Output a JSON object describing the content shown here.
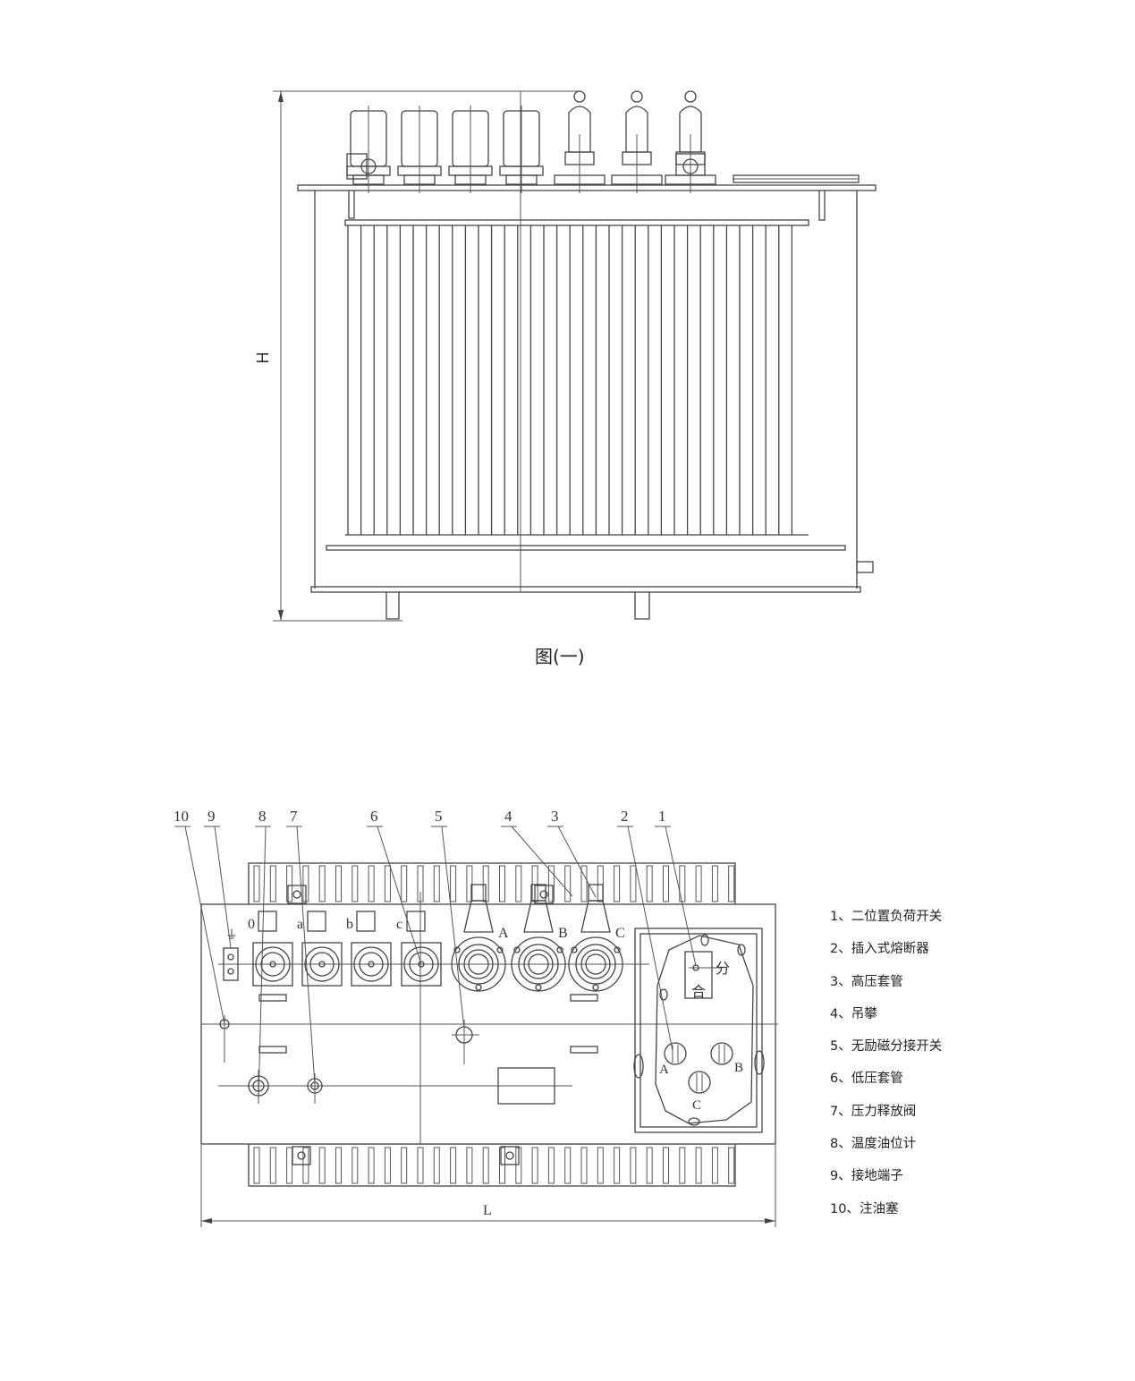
{
  "figure1": {
    "caption": "图(一)",
    "height_label": "H"
  },
  "figure2": {
    "length_label": "L",
    "callouts": [
      "10",
      "9",
      "8",
      "7",
      "6",
      "5",
      "4",
      "3",
      "2",
      "1"
    ],
    "low_voltage_terminals": [
      "0",
      "a",
      "b",
      "c"
    ],
    "high_voltage_terminals": [
      "A",
      "B",
      "C"
    ],
    "fuse_terminals": [
      "A",
      "B",
      "C"
    ],
    "switch_positions": [
      "分",
      "合"
    ],
    "ground_symbol": "⏚"
  },
  "legend": {
    "items": [
      "1、二位置负荷开关",
      "2、插入式熔断器",
      "3、高压套管",
      "4、吊攀",
      "5、无励磁分接开关",
      "6、低压套管",
      "7、压力释放阀",
      "8、温度油位计",
      "9、接地端子",
      "10、注油塞"
    ]
  }
}
